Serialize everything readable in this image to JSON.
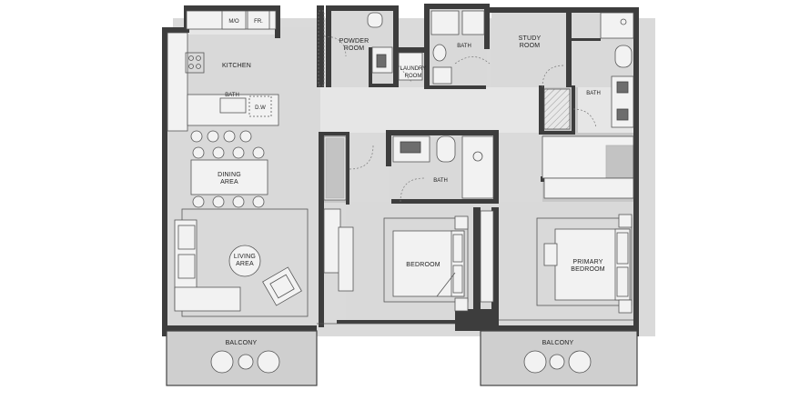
{
  "rooms": {
    "kitchen": "KITCHEN",
    "mo": "M/O",
    "fr": "FR.",
    "bath_kitchen": "BATH",
    "dw": "D.W",
    "powder": [
      "POWDER",
      "ROOM"
    ],
    "laundry": [
      "LAUNDRY",
      "ROOM"
    ],
    "bath_top": "BATH",
    "study": [
      "STUDY",
      "ROOM"
    ],
    "bath_right": "BATH",
    "dining": [
      "DINING",
      "AREA"
    ],
    "living": [
      "LIVING",
      "AREA"
    ],
    "bath_mid": "BATH",
    "bedroom": "BEDROOM",
    "primary": [
      "PRIMARY",
      "BEDROOM"
    ],
    "balcony_left": "BALCONY",
    "balcony_right": "BALCONY"
  }
}
